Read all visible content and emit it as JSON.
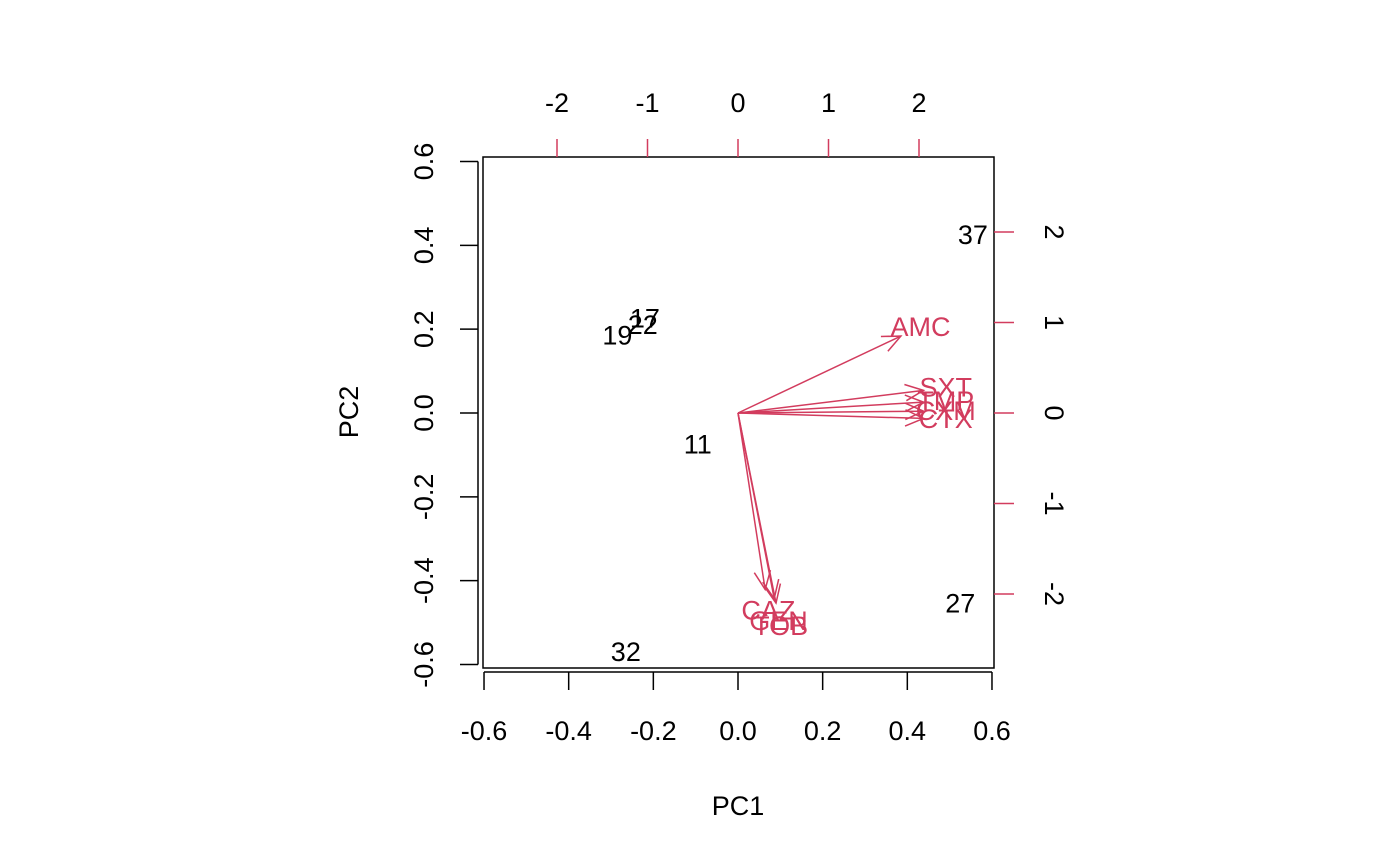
{
  "chart_data": {
    "type": "scatter",
    "subtype": "biplot",
    "title": "",
    "xlabel": "PC1",
    "ylabel": "PC2",
    "xlim": [
      -0.6,
      0.6
    ],
    "ylim": [
      -0.6,
      0.6
    ],
    "x_ticks": [
      "-0.6",
      "-0.4",
      "-0.2",
      "0.0",
      "0.2",
      "0.4",
      "0.6"
    ],
    "y_ticks": [
      "-0.6",
      "-0.4",
      "-0.2",
      "0.0",
      "0.2",
      "0.4",
      "0.6"
    ],
    "top_ticks": [
      "-2",
      "-1",
      "0",
      "1",
      "2"
    ],
    "right_ticks": [
      "-2",
      "-1",
      "0",
      "1",
      "2"
    ],
    "loading_color": "#D23C5E",
    "points": [
      {
        "label": "37",
        "x": 0.555,
        "y": 0.425
      },
      {
        "label": "17",
        "x": -0.22,
        "y": 0.225
      },
      {
        "label": "22",
        "x": -0.225,
        "y": 0.21
      },
      {
        "label": "19",
        "x": -0.285,
        "y": 0.185
      },
      {
        "label": "11",
        "x": -0.095,
        "y": -0.075
      },
      {
        "label": "27",
        "x": 0.525,
        "y": -0.455
      },
      {
        "label": "32",
        "x": -0.265,
        "y": -0.57
      }
    ],
    "loadings": [
      {
        "label": "AMC",
        "x": 1.8,
        "y": 0.85
      },
      {
        "label": "SXT",
        "x": 2.05,
        "y": 0.25
      },
      {
        "label": "TMP",
        "x": 2.05,
        "y": 0.12
      },
      {
        "label": "CXM",
        "x": 2.05,
        "y": 0.02
      },
      {
        "label": "CTX",
        "x": 2.05,
        "y": -0.06
      },
      {
        "label": "CAZ",
        "x": 0.3,
        "y": -1.95
      },
      {
        "label": "GEN",
        "x": 0.4,
        "y": -2.05
      },
      {
        "label": "TOB",
        "x": 0.42,
        "y": -2.1
      }
    ]
  }
}
